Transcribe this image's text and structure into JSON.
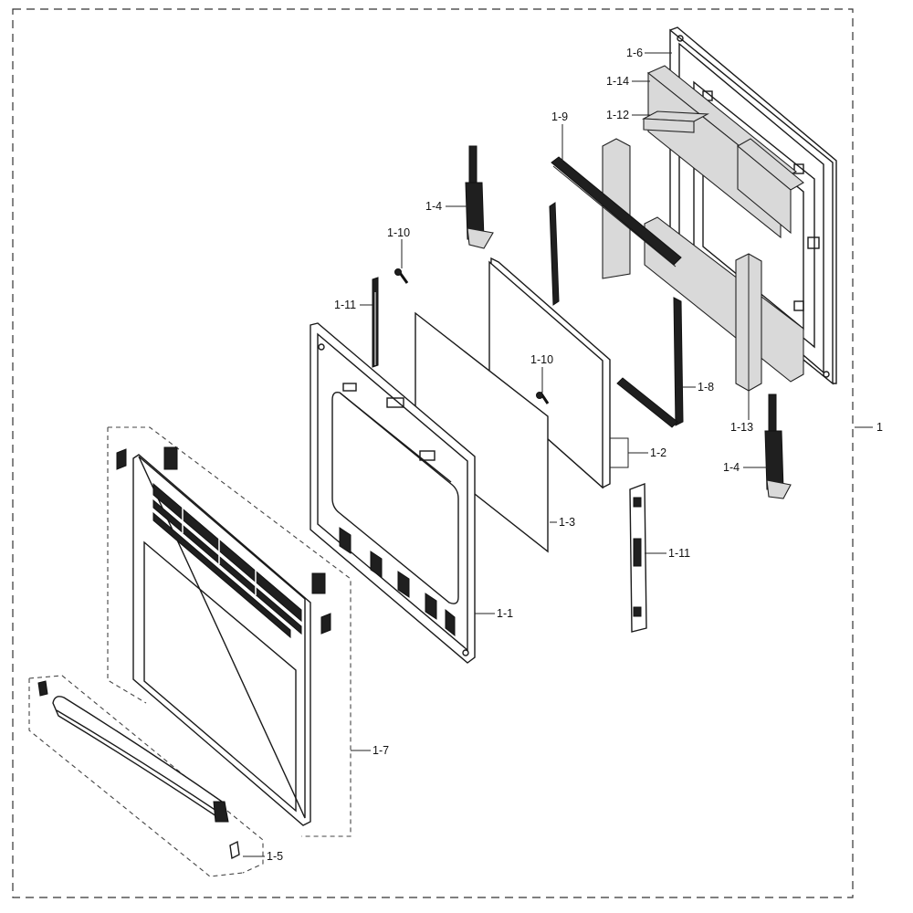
{
  "labels": {
    "assembly": "1",
    "p1_1": "1-1",
    "p1_2": "1-2",
    "p1_3": "1-3",
    "p1_4_top": "1-4",
    "p1_4_bottom": "1-4",
    "p1_5": "1-5",
    "p1_6": "1-6",
    "p1_7": "1-7",
    "p1_8": "1-8",
    "p1_9": "1-9",
    "p1_10_top": "1-10",
    "p1_10_mid": "1-10",
    "p1_11_left": "1-11",
    "p1_11_right": "1-11",
    "p1_12": "1-12",
    "p1_13": "1-13",
    "p1_14": "1-14"
  }
}
